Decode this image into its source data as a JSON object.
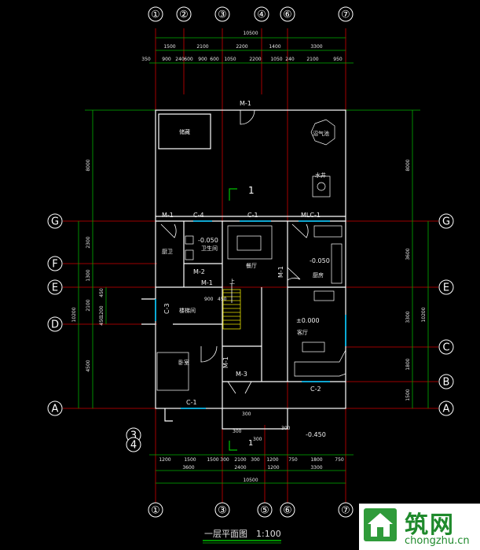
{
  "axes_top": [
    "①",
    "②",
    "③",
    "④",
    "⑥",
    "⑦"
  ],
  "axes_bottom": [
    "①",
    "③",
    "⑤",
    "⑥",
    "⑦"
  ],
  "axes_left": [
    "G",
    "F",
    "E",
    "D",
    "A"
  ],
  "axes_right": [
    "G",
    "E",
    "C",
    "B",
    "A"
  ],
  "axis_34": [
    "3",
    "4"
  ],
  "dims_top_total": "10500",
  "dims_top_row1": [
    "1500",
    "2100",
    "2200",
    "1400",
    "3300"
  ],
  "dims_top_row2": [
    "350",
    "900",
    "240",
    "600",
    "900",
    "600",
    "1050",
    "2200",
    "1050",
    "240",
    "2100",
    "950"
  ],
  "dims_bottom_row1": [
    "1200",
    "1500",
    "1500",
    "300",
    "2100",
    "300",
    "1200",
    "750",
    "1800",
    "750"
  ],
  "dims_bottom_row2": [
    "3600",
    "2400",
    "1200",
    "3300"
  ],
  "dims_bottom_total": "10500",
  "dims_left": [
    "8000",
    "2300",
    "1300",
    "2100",
    "4500",
    "450",
    "1200",
    "450"
  ],
  "dims_left_total": "10200",
  "dims_right": [
    "8000",
    "3600",
    "3300",
    "1800",
    "1500"
  ],
  "dims_right_total": "10200",
  "rooms": {
    "storage": "储藏",
    "biogas": "沼气池",
    "water": "水井",
    "kitchen_small": "厨卫",
    "bathroom": "卫生间",
    "dining": "餐厅",
    "kitchen": "厨房",
    "stairs_area": "楼梯间",
    "bedroom": "卧室",
    "living": "客厅"
  },
  "tags": {
    "m1_top": "M-1",
    "m1_left": "M-1",
    "c4": "C-4",
    "c1_mid": "C-1",
    "mlc1": "MLC-1",
    "m2": "M-2",
    "m1_mid": "M-1",
    "m1_vert": "M-1",
    "m1_vert2": "M-1",
    "c3": "C-3",
    "m3": "M-3",
    "c2": "C-2",
    "c1_bottom": "C-1",
    "section": "1",
    "section_bottom": "1",
    "stair_up": "上"
  },
  "levels": {
    "kitchen": "-0.050",
    "bath": "-0.050",
    "living": "±0.000",
    "outside": "-0.450",
    "step1": "900",
    "step2": "450",
    "step3": "300",
    "step4": "300",
    "step5": "300",
    "step6": "300"
  },
  "title": "一层平面图",
  "scale": "1:100",
  "logo": {
    "cn": "筑网",
    "url": "chongzhu.cn"
  },
  "colors": {
    "wall": "#ffffff",
    "axis": "#e00000",
    "dim": "#00c000",
    "window": "#00c8ff",
    "yellow": "#e8e000",
    "door": "#ffffff",
    "bg": "#000000"
  }
}
